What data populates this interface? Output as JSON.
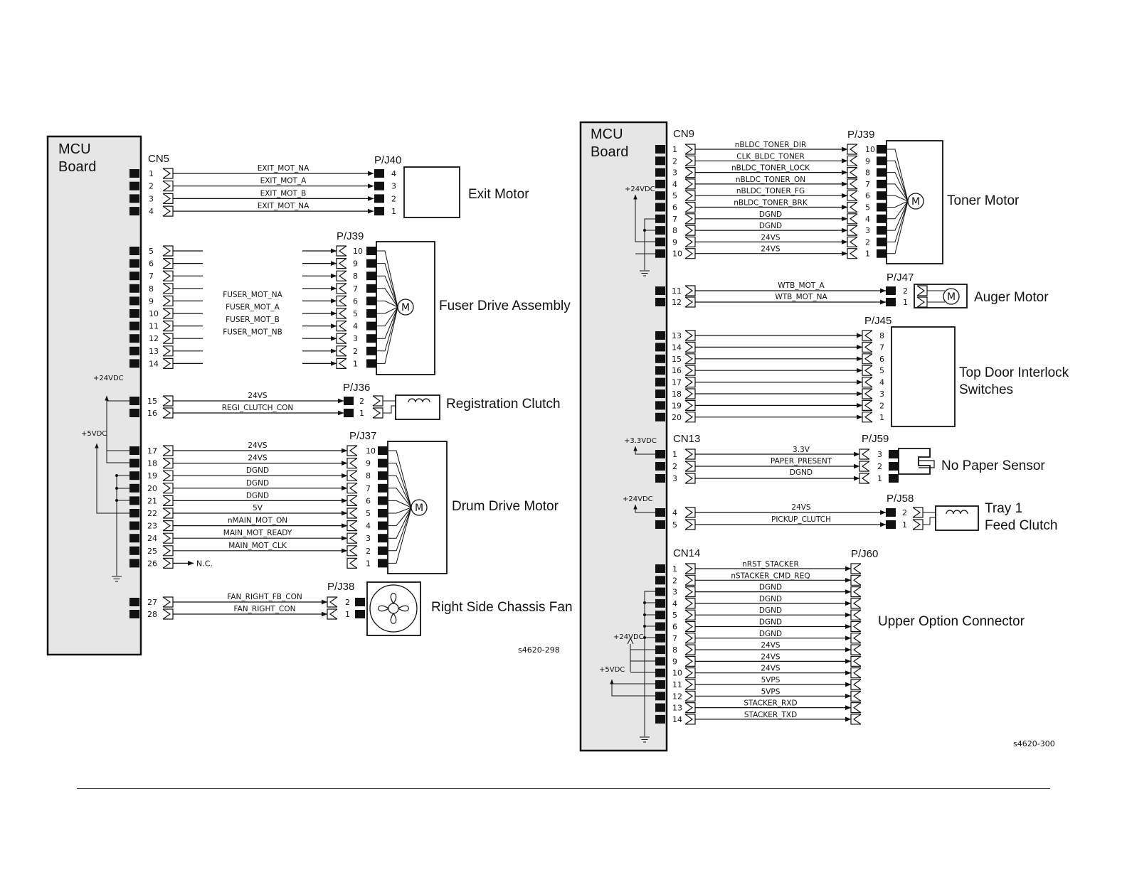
{
  "left": {
    "board": [
      "MCU",
      "Board"
    ],
    "figure_id": "s4620-298",
    "v24": "+24VDC",
    "v5": "+5VDC",
    "nc": "N.C.",
    "cn5": {
      "label": "CN5",
      "pins": [
        "1",
        "2",
        "3",
        "4"
      ],
      "signals": [
        "EXIT_MOT_NA",
        "EXIT_MOT_A",
        "EXIT_MOT_B",
        "EXIT_MOT_NA"
      ],
      "plug": "P/J40",
      "plug_pins": [
        "4",
        "3",
        "2",
        "1"
      ],
      "component": "Exit Motor"
    },
    "fuser": {
      "pins": [
        "5",
        "6",
        "7",
        "8",
        "9",
        "10",
        "11",
        "12",
        "13",
        "14"
      ],
      "signals": [
        "FUSER_MOT_NA",
        "FUSER_MOT_A",
        "FUSER_MOT_B",
        "FUSER_MOT_NB"
      ],
      "plug": "P/J39",
      "plug_pins": [
        "10",
        "9",
        "8",
        "7",
        "6",
        "5",
        "4",
        "3",
        "2",
        "1"
      ],
      "component": "Fuser Drive Assembly",
      "motor": "M"
    },
    "reg": {
      "pins": [
        "15",
        "16"
      ],
      "signals": [
        "24VS",
        "REGI_CLUTCH_CON"
      ],
      "plug": "P/J36",
      "plug_pins": [
        "2",
        "1"
      ],
      "component": "Registration Clutch"
    },
    "drum": {
      "pins": [
        "17",
        "18",
        "19",
        "20",
        "21",
        "22",
        "23",
        "24",
        "25",
        "26"
      ],
      "signals": [
        "24VS",
        "24VS",
        "DGND",
        "DGND",
        "DGND",
        "5V",
        "nMAIN_MOT_ON",
        "MAIN_MOT_READY",
        "MAIN_MOT_CLK"
      ],
      "plug": "P/J37",
      "plug_pins": [
        "10",
        "9",
        "8",
        "7",
        "6",
        "5",
        "4",
        "3",
        "2",
        "1"
      ],
      "component": "Drum Drive Motor",
      "motor": "M"
    },
    "fan": {
      "pins": [
        "27",
        "28"
      ],
      "signals": [
        "FAN_RIGHT_FB_CON",
        "FAN_RIGHT_CON"
      ],
      "plug": "P/J38",
      "plug_pins": [
        "2",
        "1"
      ],
      "component": "Right Side Chassis Fan"
    }
  },
  "right": {
    "board": [
      "MCU",
      "Board"
    ],
    "figure_id": "s4620-300",
    "v24": "+24VDC",
    "v33": "+3.3VDC",
    "v5": "+5VDC",
    "cn9": {
      "label": "CN9",
      "pins": [
        "1",
        "2",
        "3",
        "4",
        "5",
        "6",
        "7",
        "8",
        "9",
        "10"
      ],
      "signals": [
        "nBLDC_TONER_DIR",
        "CLK_BLDC_TONER",
        "nBLDC_TONER_LOCK",
        "nBLDC_TONER_ON",
        "nBLDC_TONER_FG",
        "nBLDC_TONER_BRK",
        "DGND",
        "DGND",
        "24VS",
        "24VS"
      ],
      "plug": "P/J39",
      "plug_pins": [
        "10",
        "9",
        "8",
        "7",
        "6",
        "5",
        "4",
        "3",
        "2",
        "1"
      ],
      "component": "Toner Motor",
      "motor": "M"
    },
    "auger": {
      "pins": [
        "11",
        "12"
      ],
      "signals": [
        "WTB_MOT_A",
        "WTB_MOT_NA"
      ],
      "plug": "P/J47",
      "plug_pins": [
        "2",
        "1"
      ],
      "component": "Auger Motor",
      "motor": "M"
    },
    "topdoor": {
      "pins": [
        "13",
        "14",
        "15",
        "16",
        "17",
        "18",
        "19",
        "20"
      ],
      "plug": "P/J45",
      "plug_pins": [
        "8",
        "7",
        "6",
        "5",
        "4",
        "3",
        "2",
        "1"
      ],
      "component": [
        "Top Door Interlock",
        "Switches"
      ]
    },
    "cn13": {
      "label": "CN13",
      "pins": [
        "1",
        "2",
        "3"
      ],
      "signals": [
        "3.3V",
        "PAPER_PRESENT",
        "DGND"
      ],
      "plug": "P/J59",
      "plug_pins": [
        "3",
        "2",
        "1"
      ],
      "component": "No Paper Sensor"
    },
    "tray": {
      "pins": [
        "4",
        "5"
      ],
      "signals": [
        "24VS",
        "PICKUP_CLUTCH"
      ],
      "plug": "P/J58",
      "plug_pins": [
        "2",
        "1"
      ],
      "component": [
        "Tray 1",
        "Feed Clutch"
      ]
    },
    "cn14": {
      "label": "CN14",
      "pins": [
        "1",
        "2",
        "3",
        "4",
        "5",
        "6",
        "7",
        "8",
        "9",
        "10",
        "11",
        "12",
        "13",
        "14"
      ],
      "signals": [
        "nRST_STACKER",
        "nSTACKER_CMD_REQ",
        "DGND",
        "DGND",
        "DGND",
        "DGND",
        "DGND",
        "24VS",
        "24VS",
        "24VS",
        "5VPS",
        "5VPS",
        "STACKER_RXD",
        "STACKER_TXD"
      ],
      "plug": "P/J60",
      "component": "Upper Option Connector"
    }
  }
}
